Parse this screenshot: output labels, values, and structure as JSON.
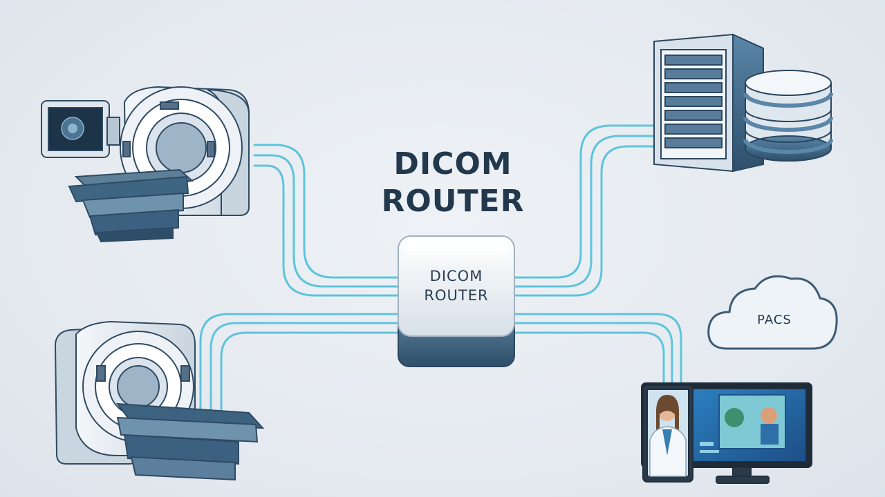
{
  "diagram": {
    "title_line1": "DICOM",
    "title_line2": "ROUTER",
    "router_label_line1": "DICOM",
    "router_label_line2": "ROUTER",
    "cloud_label": "PACS"
  },
  "colors": {
    "background": "#e6ebf0",
    "connection_line": "#5ec4dc",
    "device_dark": "#3c6483",
    "device_light": "#e3eaf1",
    "text": "#22384d"
  },
  "icons": [
    "ct-scanner-icon",
    "mri-scanner-icon",
    "server-tower-icon",
    "database-icon",
    "cloud-icon",
    "telemedicine-monitor-icon"
  ]
}
